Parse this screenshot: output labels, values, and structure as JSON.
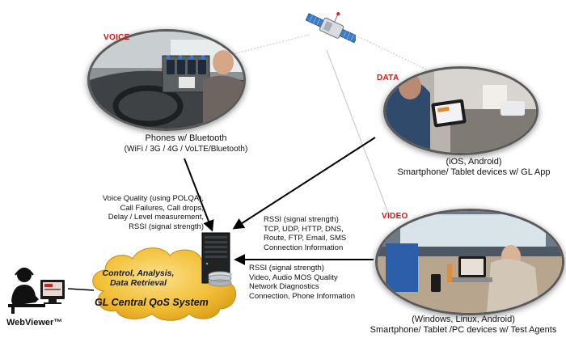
{
  "diagram": {
    "voice": {
      "title": "VOICE",
      "caption_main": "Phones w/ Bluetooth",
      "caption_sub": "(WiFi / 3G / 4G / VoLTE/Bluetooth)"
    },
    "data": {
      "title": "DATA",
      "caption_main": "(iOS, Android)",
      "caption_sub": "Smartphone/ Tablet devices w/ GL App"
    },
    "video": {
      "title": "VIDEO",
      "caption_main": "(Windows, Linux,  Android)",
      "caption_sub": "Smartphone/ Tablet /PC devices w/ Test Agents"
    },
    "voice_metrics": [
      "Voice Quality (using POLQA),",
      "Call Failures, Call drops,",
      "Delay / Level measurement,",
      "RSSI (signal strength)"
    ],
    "data_metrics": [
      "RSSI (signal strength)",
      "TCP, UDP, HTTP, DNS,",
      "Route, FTP,  Email, SMS",
      "Connection Information"
    ],
    "video_metrics": [
      "RSSI (signal strength)",
      "Video, Audio MOS Quality",
      "Network Diagnostics",
      "Connection, Phone Information"
    ],
    "central": {
      "subtitle_line1": "Control, Analysis,",
      "subtitle_line2": "Data Retrieval",
      "name": "GL Central QoS System"
    },
    "webviewer_label": "WebViewer™",
    "colors": {
      "title_red": "#d01818",
      "cloud_fill": "#f2bf36",
      "cloud_dark": "#d99a14",
      "arrow": "#000000",
      "link_gray": "#bfbfbf"
    }
  }
}
